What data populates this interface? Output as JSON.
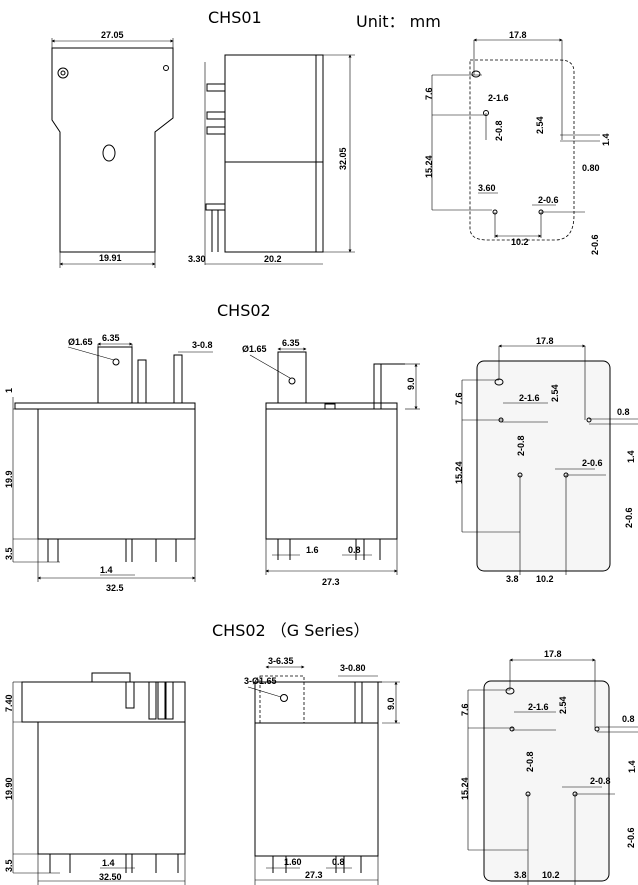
{
  "headings": {
    "chs01": "CHS01",
    "unit": "Unit： mm",
    "chs02": "CHS02",
    "chs02g": "CHS02 （G Series）"
  },
  "chs01": {
    "front": {
      "width_top": "27.05",
      "width_bottom": "19.91"
    },
    "side": {
      "height": "32.05",
      "pin": "3.30",
      "base": "20.2"
    },
    "pcb": {
      "w": "17.8",
      "h1": "7.6",
      "h2": "15.24",
      "hole_a": "2-1.6",
      "hole_b": "2-0.8",
      "pitch": "2.54",
      "pin_w": "1.4",
      "pin_t": "0.80",
      "hole_c": "3.60",
      "hole_d": "2-0.6",
      "hole_e": "2-0.6",
      "bottom": "10.2"
    }
  },
  "chs02": {
    "front": {
      "terminal": "6.35",
      "dia": "Ø1.65",
      "term_t": "3-0.8",
      "top": "1",
      "height": "19.9",
      "pin_len": "3.5",
      "pin_w": "1.4",
      "width": "32.5"
    },
    "side": {
      "terminal": "6.35",
      "dia": "Ø1.65",
      "term_h": "9.0",
      "pin_a": "1.6",
      "pin_b": "0.8",
      "width": "27.3"
    },
    "pcb": {
      "w": "17.8",
      "h1": "7.6",
      "h2": "15.24",
      "hole_a": "2-1.6",
      "pitch": "2.54",
      "pin_t": "0.8",
      "hole_b": "2-0.8",
      "pin_w": "1.4",
      "hole_c": "2-0.6",
      "hole_d": "2-0.6",
      "x1": "3.8",
      "x2": "10.2"
    }
  },
  "chs02g": {
    "front": {
      "top": "7.40",
      "height": "19.90",
      "pin_len": "3.5",
      "pin_w": "1.4",
      "width": "32.50"
    },
    "side": {
      "terminal": "3-6.35",
      "dia": "3-Ø1.65",
      "term_t": "3-0.80",
      "term_h": "9.0",
      "pin_a": "1.60",
      "pin_b": "0.8",
      "width": "27.3"
    },
    "pcb": {
      "w": "17.8",
      "h1": "7.6",
      "h2": "15.24",
      "hole_a": "2-1.6",
      "pitch": "2.54",
      "pin_t": "0.8",
      "hole_b": "2-0.8",
      "pin_w": "1.4",
      "hole_c": "2-0.8",
      "hole_d": "2-0.6",
      "x1": "3.8",
      "x2": "10.2"
    }
  }
}
